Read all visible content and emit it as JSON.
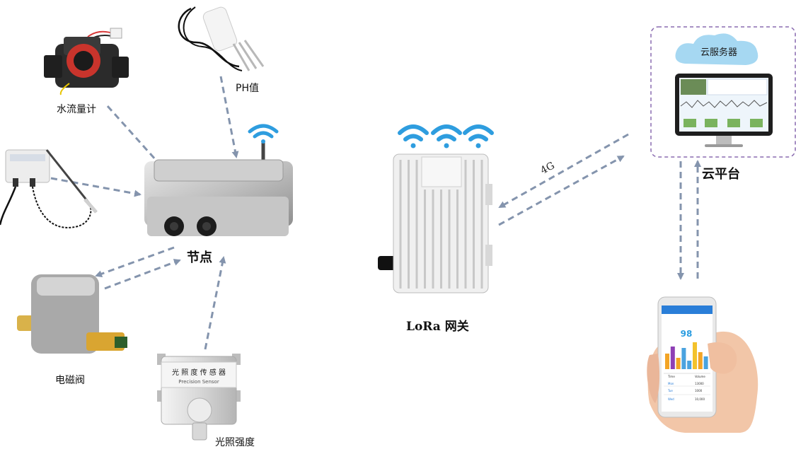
{
  "labels": {
    "flowmeter": "水流量计",
    "ph": "PH值",
    "node": "节点",
    "valve": "电磁阀",
    "light": "光照强度",
    "gateway": "LoRa 网关",
    "network": "4G",
    "cloud_platform": "云平台",
    "cloud_server": "云服务器",
    "light_sensor_plate_cn": "光 照 度 传 感 器",
    "light_sensor_plate_en": "Precision Sensor"
  },
  "phone": {
    "reading": "98",
    "table_header_1": "Time",
    "table_header_2": "Volume",
    "rows": [
      [
        "Mon",
        "13000"
      ],
      [
        "Tue",
        "1000"
      ],
      [
        "Wed",
        "10,000"
      ]
    ],
    "bar_values": [
      55,
      80,
      40,
      75,
      30,
      95,
      60,
      45
    ],
    "bar_colors": [
      "#f3a425",
      "#8e3fb5",
      "#f3a425",
      "#4aa3df",
      "#4aa3df",
      "#f3c22c",
      "#f3a425",
      "#4aa3df"
    ]
  },
  "colors": {
    "arrow": "#8494ad",
    "wifi": "#2e9ddf",
    "cloud_border": "#8a6bb0",
    "cloud_fill": "#a6d8f2"
  }
}
